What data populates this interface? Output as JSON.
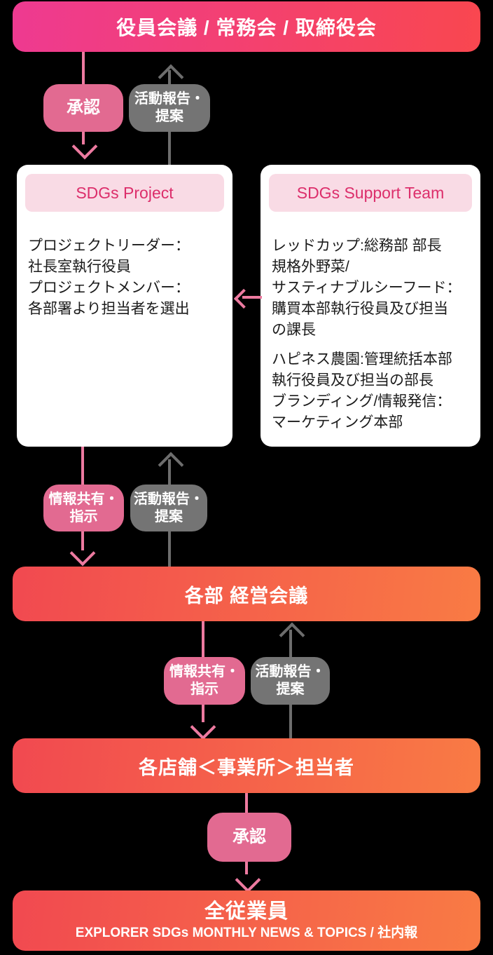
{
  "diagram": {
    "top_bar": "役員会議 / 常務会 / 取締役会",
    "badges": {
      "c1_down": "承認",
      "c1_up": "活動報告・\n提案",
      "c2_down": "情報共有・\n指示",
      "c2_up": "活動報告・\n提案",
      "c3_down": "情報共有・\n指示",
      "c3_up": "活動報告・\n提案",
      "c4_down": "承認"
    },
    "cards": {
      "project": {
        "title": "SDGs Project",
        "body": "プロジェクトリーダー：\n社長室執行役員\nプロジェクトメンバー：\n各部署より担当者を選出"
      },
      "support": {
        "title": "SDGs Support Team",
        "body1": "レッドカップ:総務部 部長\n規格外野菜/\nサスティナブルシーフード：\n購買本部執行役員及び担当\nの課長",
        "body2": "ハピネス農園:管理統括本部\n執行役員及び担当の部長\nブランディング/情報発信：\nマーケティング本部"
      }
    },
    "bars": {
      "management": "各部 経営会議",
      "stores": "各店舗＜事業所＞担当者",
      "employees_title": "全従業員",
      "employees_subtitle": "EXPLORER SDGs MONTHLY NEWS & TOPICS / 社内報"
    },
    "colors": {
      "background": "#000000",
      "top_bar_gradient_start": "#ee3a91",
      "top_bar_gradient_end": "#f9474f",
      "orange_bar_gradient_start": "#f14950",
      "orange_bar_gradient_end": "#f97b44",
      "badge_pink": "#e26a91",
      "badge_gray": "#747474",
      "arrow_pink": "#ed7aa0",
      "arrow_gray": "#6d6d6d",
      "card_bg": "#ffffff",
      "card_header_bg": "#f9dbe5",
      "card_header_text": "#dc2e6b",
      "card_text": "#1b1b1b"
    }
  }
}
